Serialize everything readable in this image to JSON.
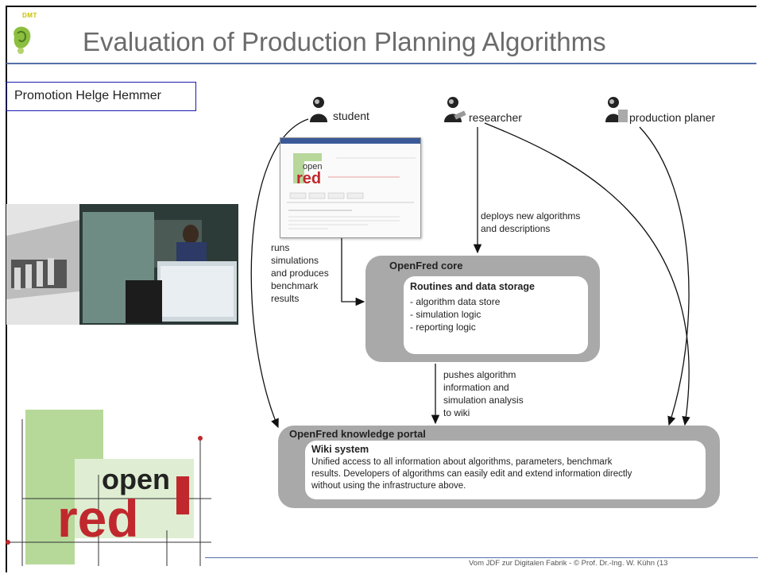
{
  "header": {
    "logo_text": "DMT",
    "title": "Evaluation of Production Planning Algorithms"
  },
  "promo_label": "Promotion Helge Hemmer",
  "diagram": {
    "actors": {
      "student": "student",
      "researcher": "researcher",
      "planner": "production planer"
    },
    "annotations": {
      "runs": [
        "runs",
        "simulations",
        "and produces",
        "benchmark",
        "results"
      ],
      "deploys": [
        "deploys new algorithms",
        "and descriptions"
      ],
      "pushes": [
        "pushes algorithm",
        "information and",
        "simulation analysis",
        "to wiki"
      ]
    },
    "core": {
      "title": "OpenFred core",
      "inner_title": "Routines and data storage",
      "items": [
        "- algorithm data store",
        "- simulation logic",
        "- reporting logic"
      ]
    },
    "portal": {
      "title": "OpenFred knowledge portal",
      "inner_title": "Wiki system",
      "lines": [
        "Unified access to all information about algorithms, parameters, benchmark",
        "results. Developers of algorithms can easily edit and extend information directly",
        "without using the infrastructure above."
      ]
    },
    "screenshot_logo": {
      "open": "open",
      "red": "red"
    }
  },
  "big_logo": {
    "open": "open",
    "red": "red"
  },
  "footer": "Vom JDF zur Digitalen Fabrik  -  © Prof. Dr.-Ing. W. Kühn   (13"
}
